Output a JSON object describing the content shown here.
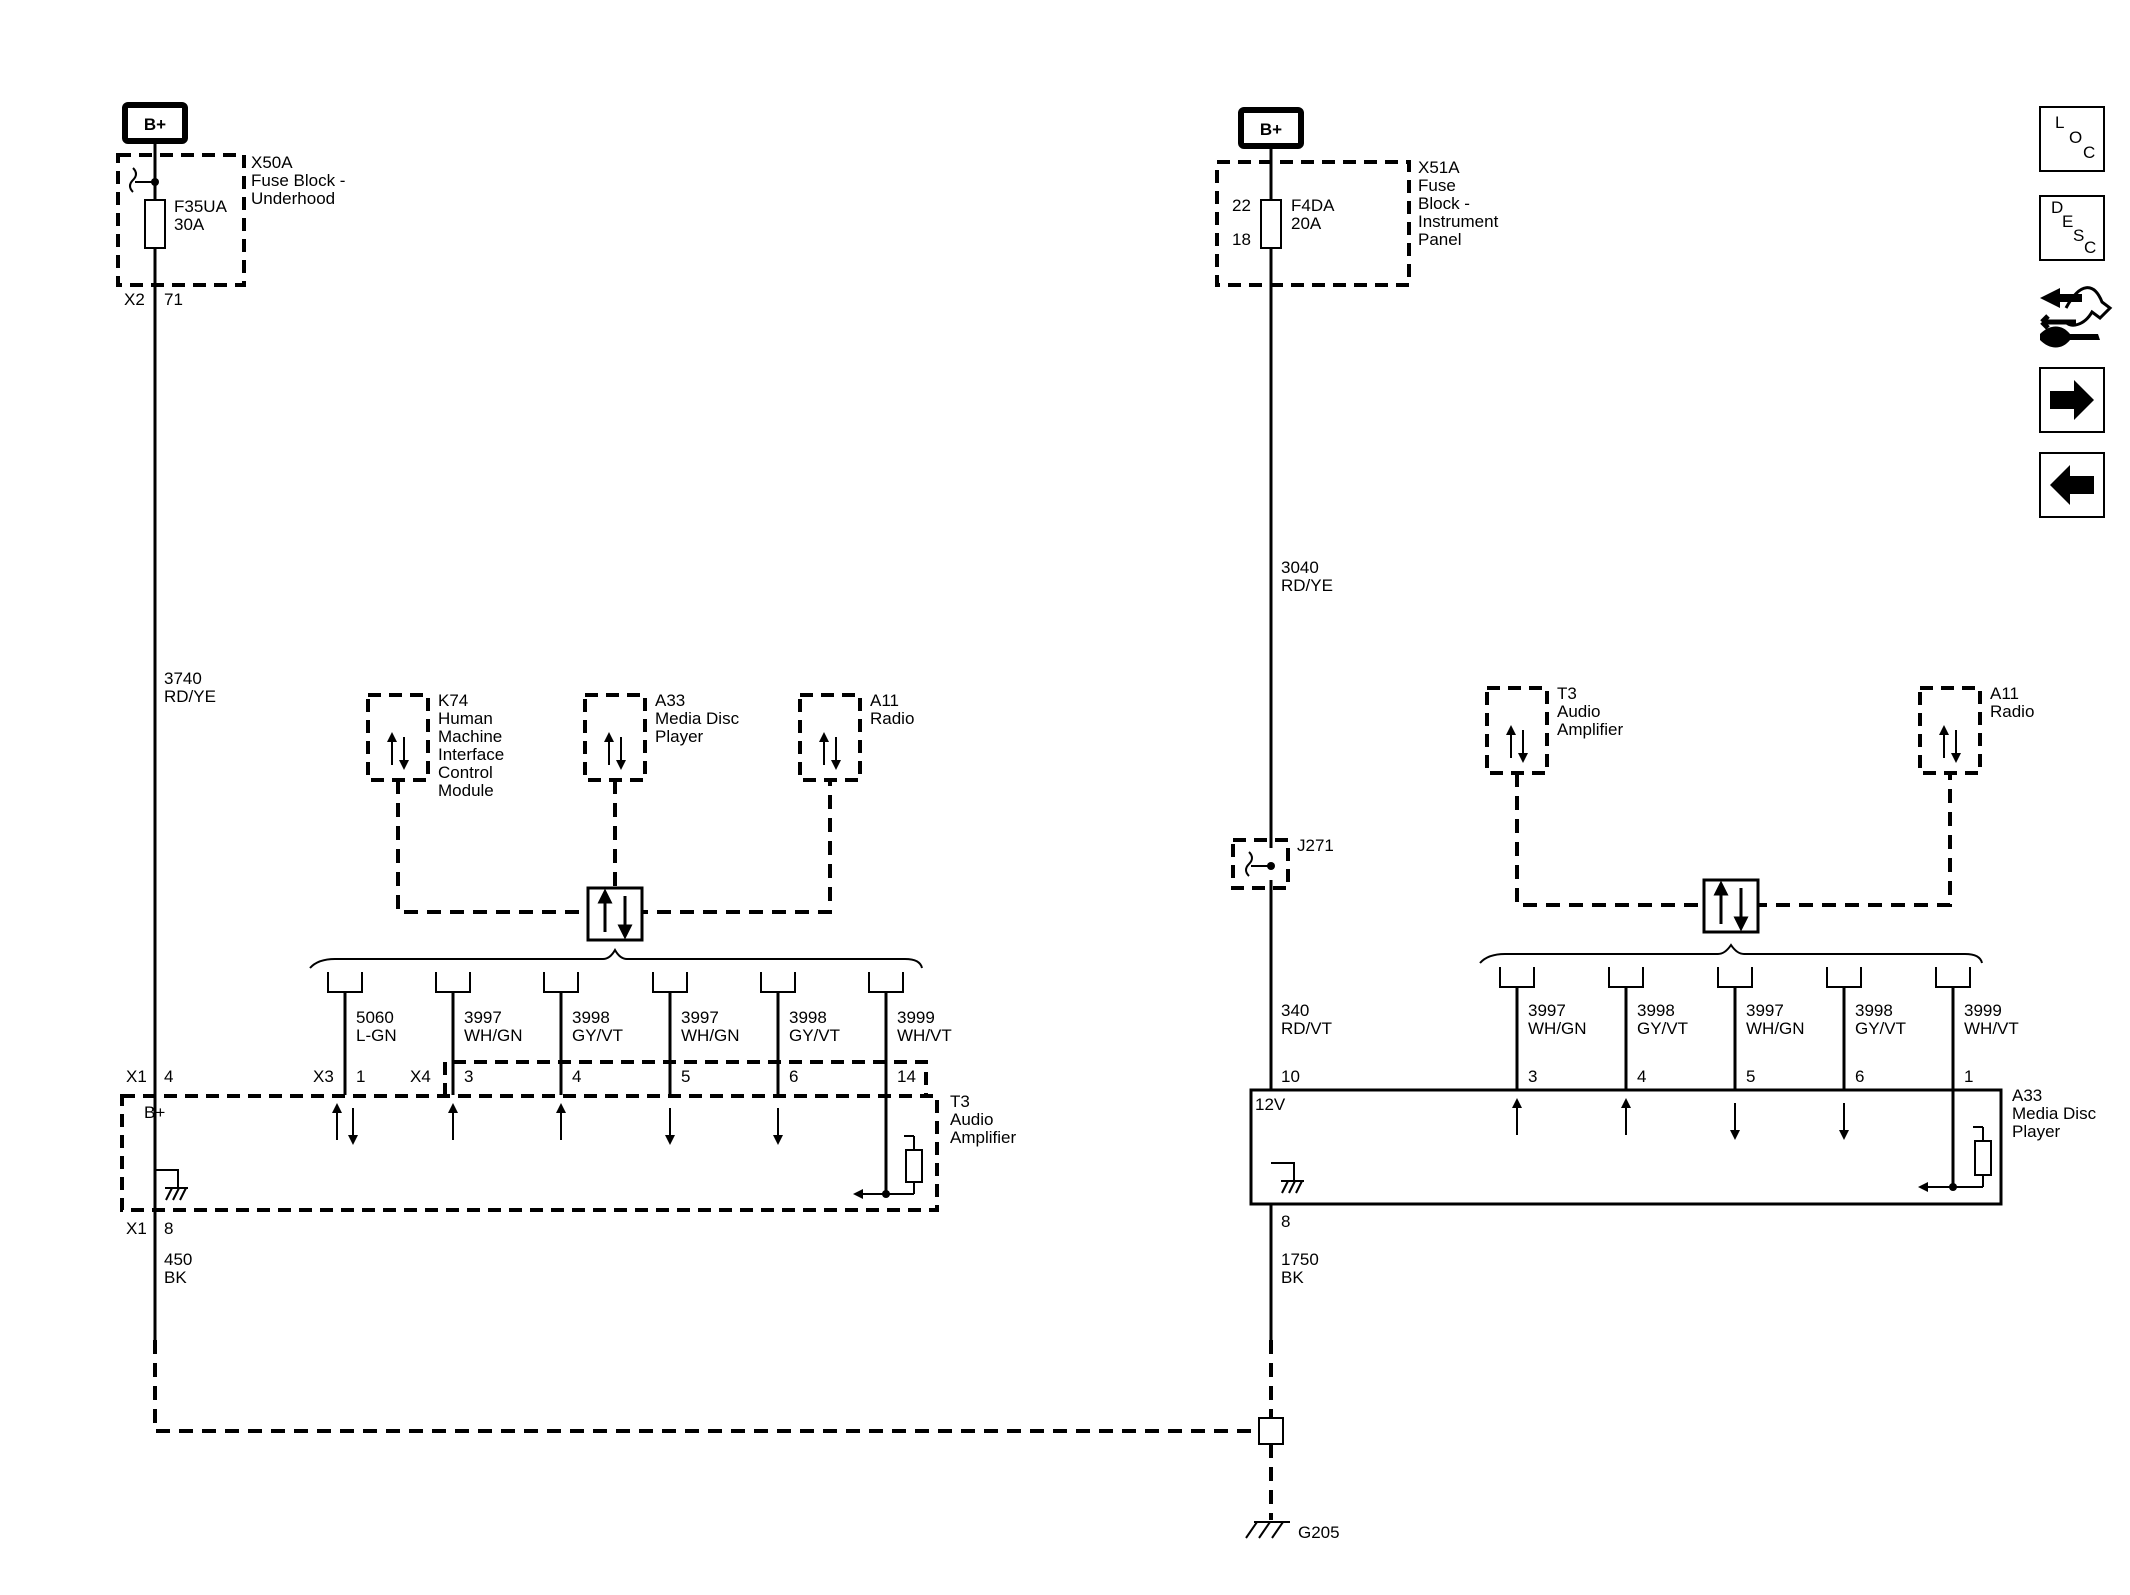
{
  "left_circuit": {
    "bplus_label": "B+",
    "fuse_block": {
      "id": "X50A",
      "line1": "Fuse Block -",
      "line2": "Underhood"
    },
    "fuse": {
      "id": "F35UA",
      "rating": "30A"
    },
    "connector_out": {
      "conn": "X2",
      "pin": "71"
    },
    "wire_feed": {
      "circuit": "3740",
      "color": "RD/YE"
    },
    "modules": [
      {
        "id": "K74",
        "lines": [
          "Human",
          "Machine",
          "Interface",
          "Control",
          "Module"
        ]
      },
      {
        "id": "A33",
        "lines": [
          "Media Disc",
          "Player"
        ]
      },
      {
        "id": "A11",
        "lines": [
          "Radio"
        ]
      }
    ],
    "wires": [
      {
        "circuit": "5060",
        "color": "L-GN",
        "pin": "1"
      },
      {
        "circuit": "3997",
        "color": "WH/GN",
        "pin": "3"
      },
      {
        "circuit": "3998",
        "color": "GY/VT",
        "pin": "4"
      },
      {
        "circuit": "3997",
        "color": "WH/GN",
        "pin": "5"
      },
      {
        "circuit": "3998",
        "color": "GY/VT",
        "pin": "6"
      },
      {
        "circuit": "3999",
        "color": "WH/VT",
        "pin": "14"
      }
    ],
    "connector_x3": "X3",
    "connector_x4": "X4",
    "power_pin": {
      "conn": "X1",
      "pin": "4"
    },
    "power_label": "B+",
    "component": {
      "id": "T3",
      "line1": "Audio",
      "line2": "Amplifier"
    },
    "ground_pin": {
      "conn": "X1",
      "pin": "8"
    },
    "wire_ground": {
      "circuit": "450",
      "color": "BK"
    }
  },
  "right_circuit": {
    "bplus_label": "B+",
    "fuse_block": {
      "id": "X51A",
      "line1": "Fuse",
      "line2": "Block -",
      "line3": "Instrument",
      "line4": "Panel"
    },
    "fuse": {
      "id": "F4DA",
      "rating": "20A",
      "pin_in": "22",
      "pin_out": "18"
    },
    "wire_feed": {
      "circuit": "3040",
      "color": "RD/YE"
    },
    "splice": "J271",
    "modules": [
      {
        "id": "T3",
        "lines": [
          "Audio",
          "Amplifier"
        ]
      },
      {
        "id": "A11",
        "lines": [
          "Radio"
        ]
      }
    ],
    "wire_power": {
      "circuit": "340",
      "color": "RD/VT",
      "pin": "10"
    },
    "wires": [
      {
        "circuit": "3997",
        "color": "WH/GN",
        "pin": "3"
      },
      {
        "circuit": "3998",
        "color": "GY/VT",
        "pin": "4"
      },
      {
        "circuit": "3997",
        "color": "WH/GN",
        "pin": "5"
      },
      {
        "circuit": "3998",
        "color": "GY/VT",
        "pin": "6"
      },
      {
        "circuit": "3999",
        "color": "WH/VT",
        "pin": "1"
      }
    ],
    "power_label": "12V",
    "component": {
      "id": "A33",
      "line1": "Media Disc",
      "line2": "Player"
    },
    "ground_pin": "8",
    "wire_ground": {
      "circuit": "1750",
      "color": "BK"
    }
  },
  "ground": {
    "id": "G205"
  },
  "nav": {
    "loc": [
      "L",
      "O",
      "C"
    ],
    "desc": [
      "D",
      "E",
      "S",
      "C"
    ]
  }
}
